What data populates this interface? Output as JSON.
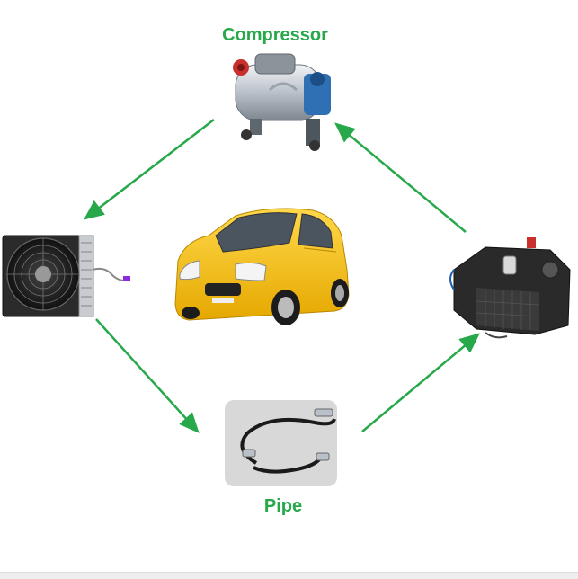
{
  "diagram": {
    "center_label": "",
    "nodes": {
      "compressor": {
        "label": "Compressor",
        "icon": "compressor-icon"
      },
      "condenser": {
        "label": "",
        "icon": "condenser-fan-icon"
      },
      "pipe": {
        "label": "Pipe",
        "icon": "hose-pipe-icon"
      },
      "evaporator": {
        "label": "",
        "icon": "hvac-evaporator-unit-icon"
      },
      "car": {
        "label": "",
        "icon": "electric-car-icon"
      }
    },
    "flow": [
      "compressor",
      "condenser",
      "pipe",
      "evaporator",
      "compressor"
    ],
    "colors": {
      "arrow": "#27a84a",
      "label": "#27a84a",
      "car": "#f5c518"
    }
  }
}
